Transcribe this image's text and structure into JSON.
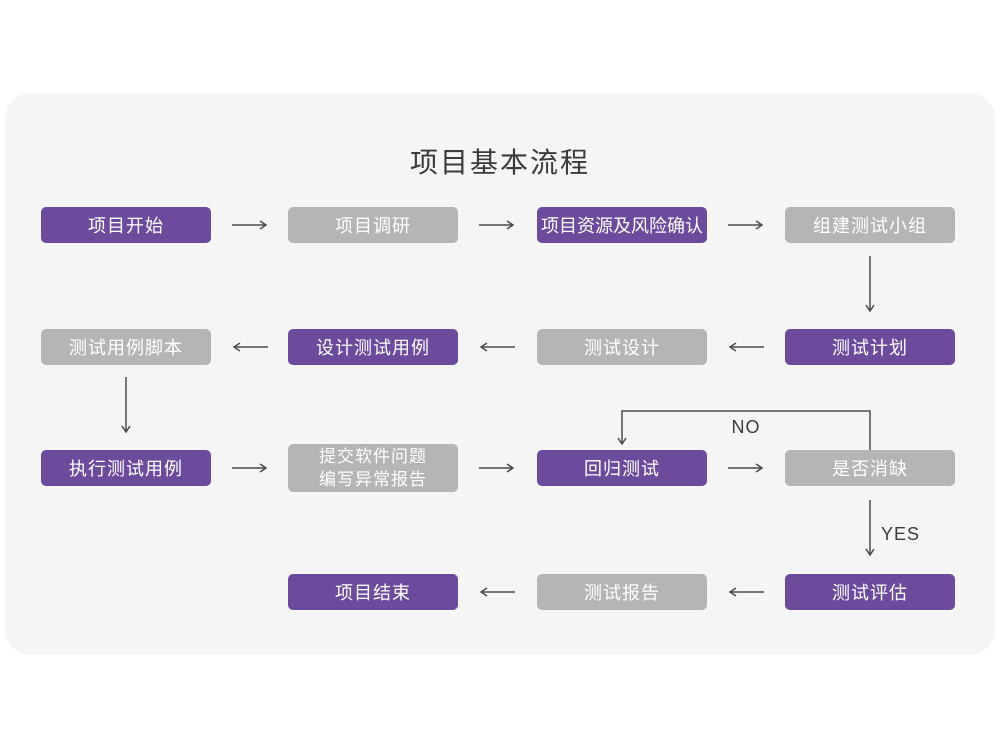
{
  "title": "项目基本流程",
  "colors": {
    "node_purple": "#6C4B9D",
    "node_gray": "#B5B5B5",
    "card_background": "#F5F5F6",
    "arrow": "#4D4D4D",
    "title_text": "#3B3B3B",
    "node_text": "#FFFFFF"
  },
  "nodes": [
    {
      "id": "project-start",
      "label": "项目开始",
      "variant": "purple"
    },
    {
      "id": "project-research",
      "label": "项目调研",
      "variant": "gray"
    },
    {
      "id": "resources-risk",
      "label": "项目资源及风险确认",
      "variant": "purple"
    },
    {
      "id": "build-test-team",
      "label": "组建测试小组",
      "variant": "gray"
    },
    {
      "id": "test-case-script",
      "label": "测试用例脚本",
      "variant": "gray"
    },
    {
      "id": "design-test-cases",
      "label": "设计测试用例",
      "variant": "purple"
    },
    {
      "id": "test-design",
      "label": "测试设计",
      "variant": "gray"
    },
    {
      "id": "test-plan",
      "label": "测试计划",
      "variant": "purple"
    },
    {
      "id": "execute-test-cases",
      "label": "执行测试用例",
      "variant": "purple"
    },
    {
      "id": "submit-issue-report",
      "label": "提交软件问题",
      "label2": "编写异常报告",
      "variant": "gray"
    },
    {
      "id": "regression-test",
      "label": "回归测试",
      "variant": "purple"
    },
    {
      "id": "defect-resolved",
      "label": "是否消缺",
      "variant": "gray"
    },
    {
      "id": "project-end",
      "label": "项目结束",
      "variant": "purple"
    },
    {
      "id": "test-report",
      "label": "测试报告",
      "variant": "gray"
    },
    {
      "id": "test-evaluation",
      "label": "测试评估",
      "variant": "purple"
    }
  ],
  "edge_labels": {
    "no": "NO",
    "yes": "YES"
  }
}
